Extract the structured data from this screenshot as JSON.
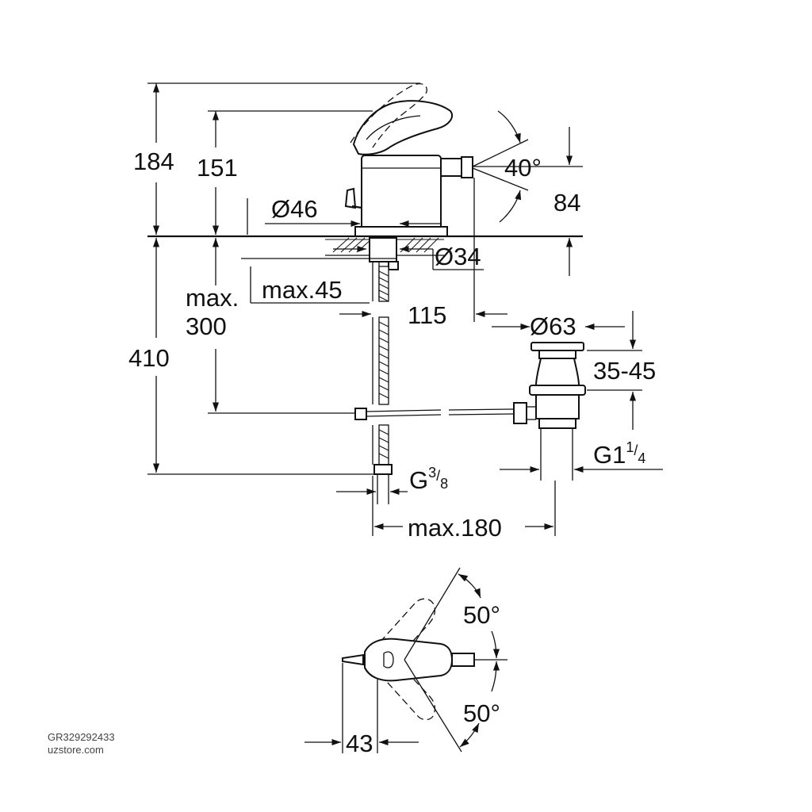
{
  "dimensions": {
    "total_height": "184",
    "lever_height": "151",
    "spout_reach_height": "84",
    "spout_angle": "40°",
    "base_diameter": "Ø46",
    "hole_diameter": "Ø34",
    "max_label": "max.",
    "max_depth": "300",
    "max_thickness": "max.45",
    "spout_offset": "115",
    "below_deck": "410",
    "waste_diameter": "Ø63",
    "waste_range": "35-45",
    "supply_thread_prefix": "G",
    "supply_thread_num": "3",
    "supply_thread_den": "8",
    "waste_thread_prefix": "G1",
    "waste_thread_num": "1",
    "waste_thread_den": "4",
    "max_rod": "max.180",
    "rotation_top": "50°",
    "rotation_bottom": "50°",
    "handle_offset": "43"
  },
  "watermark": {
    "code": "GR329292433",
    "site": "uzstore.com"
  }
}
